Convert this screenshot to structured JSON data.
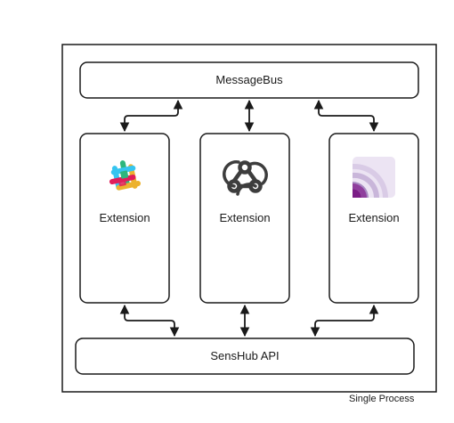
{
  "diagram": {
    "message_bus": {
      "label": "MessageBus"
    },
    "api": {
      "label": "SensHub API"
    },
    "extensions": [
      {
        "label": "Extension",
        "icon": "slack-logo-icon"
      },
      {
        "label": "Extension",
        "icon": "webhook-icon"
      },
      {
        "label": "Extension",
        "icon": "rss-feed-icon"
      }
    ],
    "container_caption": "Single Process",
    "colors": {
      "stroke": "#1a1a1a",
      "background": "#ffffff",
      "slack_blue": "#36C5F0",
      "slack_green": "#2EB67D",
      "slack_yellow": "#ECB22E",
      "slack_red": "#E01E5A",
      "webhook": "#3d3d3d",
      "rss_purple": "#7b1d86",
      "rss_light": "#d9cbe6"
    }
  }
}
